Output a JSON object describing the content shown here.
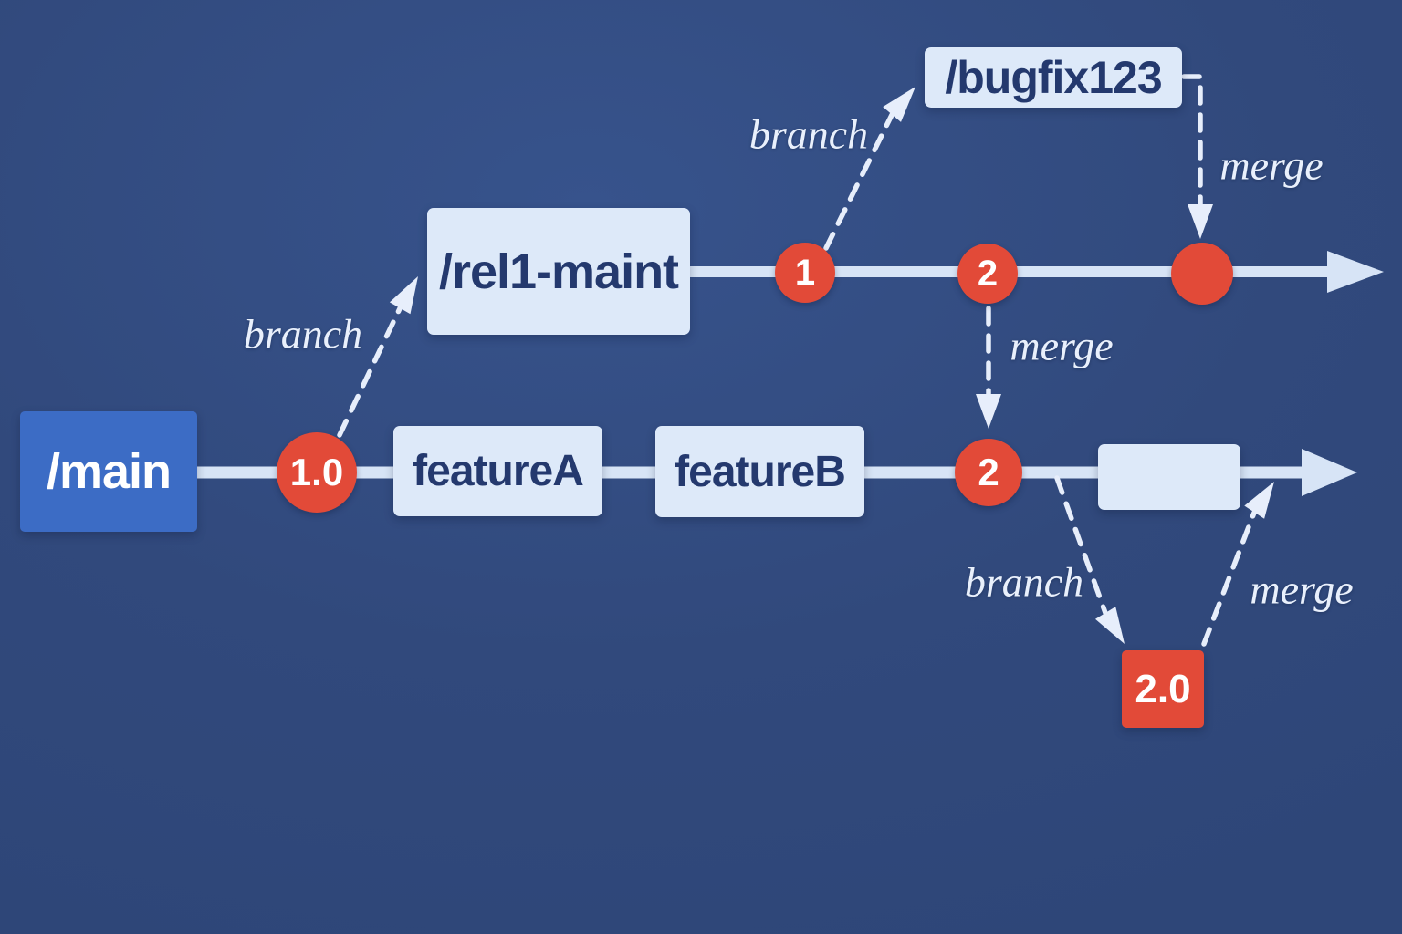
{
  "colors": {
    "background": "#31497c",
    "light_box": "#dde9f9",
    "dark_text": "#24396e",
    "main_branch_blue": "#3c6cc5",
    "node_red": "#e24a38",
    "timeline_light": "#d7e4f6",
    "dashed_light": "#e7eefb"
  },
  "branch_labels": {
    "main": "/main",
    "rel1_maint": "/rel1-maint",
    "bugfix": "/bugfix123"
  },
  "commit_boxes": {
    "feature_a": "featureA",
    "feature_b": "featureB",
    "unnamed": ""
  },
  "nodes": {
    "main_tag_1_0": "1.0",
    "main_merge_2": "2",
    "rel1_commit_1": "1",
    "rel1_commit_2": "2",
    "rel1_merge_commit": "",
    "tag_2_0": "2.0"
  },
  "edge_labels": {
    "branch_main_to_rel1": "branch",
    "branch_rel1_to_bugfix": "branch",
    "merge_bugfix_to_rel1": "merge",
    "merge_rel1_to_main": "merge",
    "branch_main_to_2_0": "branch",
    "merge_2_0_to_main": "merge"
  }
}
